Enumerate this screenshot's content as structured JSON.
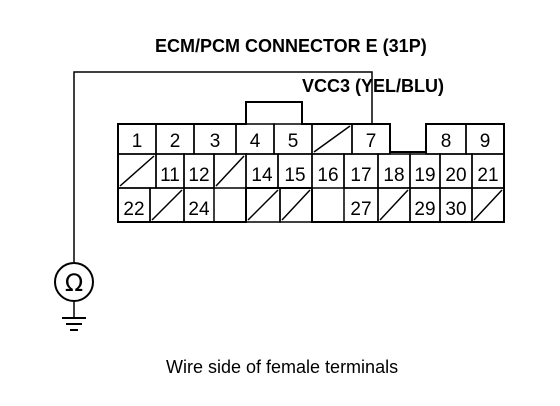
{
  "connector": {
    "title": "ECM/PCM CONNECTOR E (31P)",
    "wire_label": "VCC3 (YEL/BLU)",
    "caption": "Wire side of female terminals"
  },
  "meter": {
    "symbol": "Ω"
  },
  "terminals": {
    "row1": [
      {
        "label": "1"
      },
      {
        "label": "2"
      },
      {
        "label": "3"
      },
      {
        "label": "4"
      },
      {
        "label": "5"
      },
      {
        "label": "",
        "unused": true
      },
      {
        "label": "7"
      },
      {
        "label": "8"
      },
      {
        "label": "9"
      }
    ],
    "row2": [
      {
        "label": "",
        "unused": true
      },
      {
        "label": "11"
      },
      {
        "label": "12"
      },
      {
        "label": "",
        "unused": true
      },
      {
        "label": "14"
      },
      {
        "label": "15"
      },
      {
        "label": "16"
      },
      {
        "label": "17"
      },
      {
        "label": "18"
      },
      {
        "label": "19"
      },
      {
        "label": "20"
      },
      {
        "label": "21"
      }
    ],
    "row3": [
      {
        "label": "22"
      },
      {
        "label": "",
        "unused": true
      },
      {
        "label": "24"
      },
      {
        "label": "",
        "unused": true
      },
      {
        "label": "",
        "unused": true
      },
      {
        "label": "27"
      },
      {
        "label": "",
        "unused": true
      },
      {
        "label": "29"
      },
      {
        "label": "30"
      },
      {
        "label": "",
        "unused": true
      }
    ]
  }
}
